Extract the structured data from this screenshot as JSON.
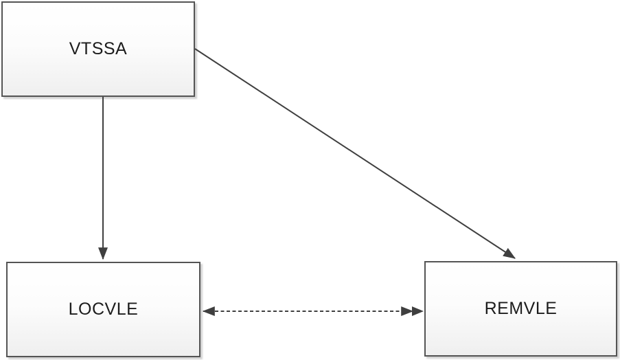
{
  "diagram": {
    "nodes": [
      {
        "id": "vtssa",
        "label": "VTSSA",
        "position": "top-left"
      },
      {
        "id": "locvle",
        "label": "LOCVLE",
        "position": "bottom-left"
      },
      {
        "id": "remvle",
        "label": "REMVLE",
        "position": "bottom-right"
      }
    ],
    "connectors": [
      {
        "id": "vtssa-to-locvle",
        "from": "VTSSA",
        "to": "LOCVLE",
        "line_style": "solid",
        "arrows": "end"
      },
      {
        "id": "vtssa-to-remvle",
        "from": "VTSSA",
        "to": "REMVLE",
        "line_style": "solid",
        "arrows": "end"
      },
      {
        "id": "locvle-remvle",
        "from": "LOCVLE",
        "to": "REMVLE",
        "line_style": "dashed",
        "arrows": "both",
        "note": "doubled arrowhead at REMVLE end"
      }
    ],
    "colors": {
      "background": "#ffffff",
      "node_border": "#545454",
      "node_fill_top": "#ffffff",
      "node_fill_bottom": "#efefef",
      "connector": "#3f3f3f",
      "text": "#1c1c1c"
    }
  }
}
